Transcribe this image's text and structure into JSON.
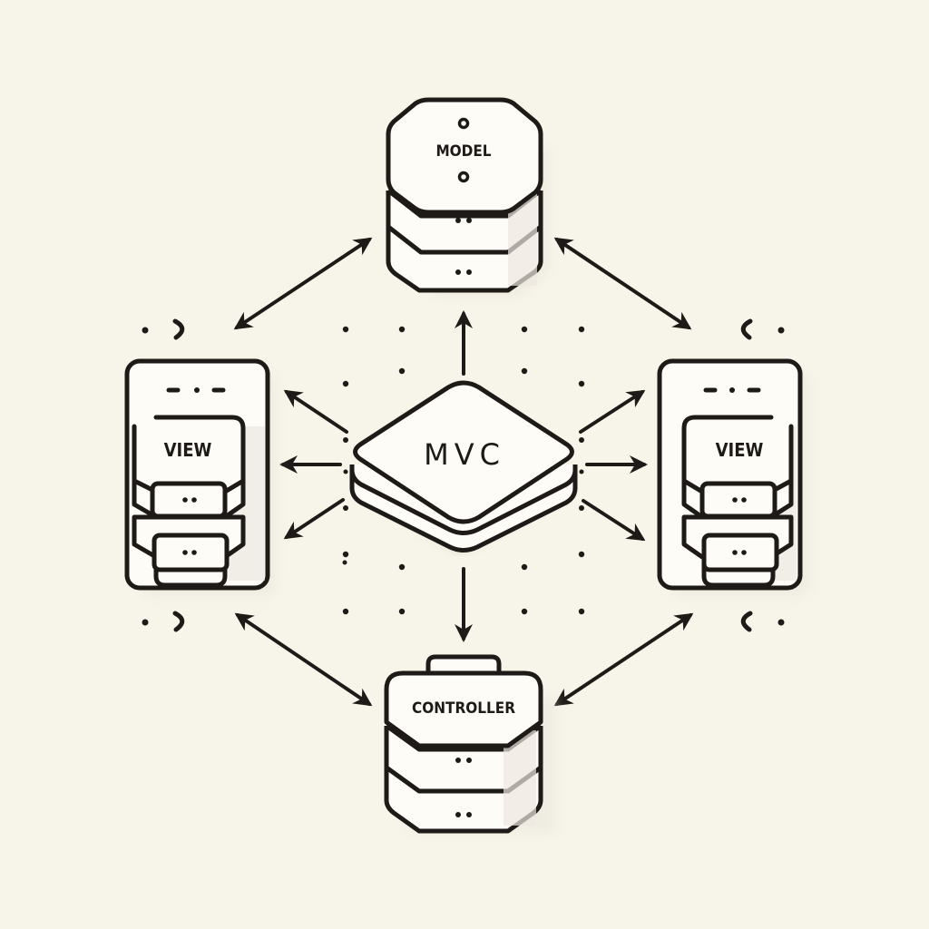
{
  "diagram": {
    "title": "MVC",
    "colors": {
      "background": "#f7f4ea",
      "stroke": "#1e1a17",
      "fill": "#fdfcf7",
      "shade": "#e6e2d8"
    },
    "nodes": {
      "center": {
        "label": "MVC",
        "shape": "stacked-rounded-diamond"
      },
      "model": {
        "label": "MODEL",
        "shape": "stacked-octagon-server"
      },
      "view_left": {
        "label": "VIEW",
        "shape": "device-with-stacked-cards"
      },
      "view_right": {
        "label": "VIEW",
        "shape": "device-with-stacked-cards"
      },
      "controller": {
        "label": "CONTROLLER",
        "shape": "stacked-octagon-server-with-handle"
      }
    },
    "edges": [
      {
        "from": "center",
        "to": "model",
        "type": "arrow"
      },
      {
        "from": "center",
        "to": "controller",
        "type": "arrow"
      },
      {
        "from": "center",
        "to": "view_left",
        "type": "arrow",
        "count": 3
      },
      {
        "from": "center",
        "to": "view_right",
        "type": "arrow",
        "count": 3
      },
      {
        "from": "model",
        "to": "view_left",
        "type": "double-arrow"
      },
      {
        "from": "model",
        "to": "view_right",
        "type": "double-arrow"
      },
      {
        "from": "controller",
        "to": "view_left",
        "type": "double-arrow"
      },
      {
        "from": "controller",
        "to": "view_right",
        "type": "double-arrow"
      }
    ],
    "decorations": {
      "corner_marks": [
        ">",
        "<",
        ">",
        "<"
      ]
    }
  }
}
